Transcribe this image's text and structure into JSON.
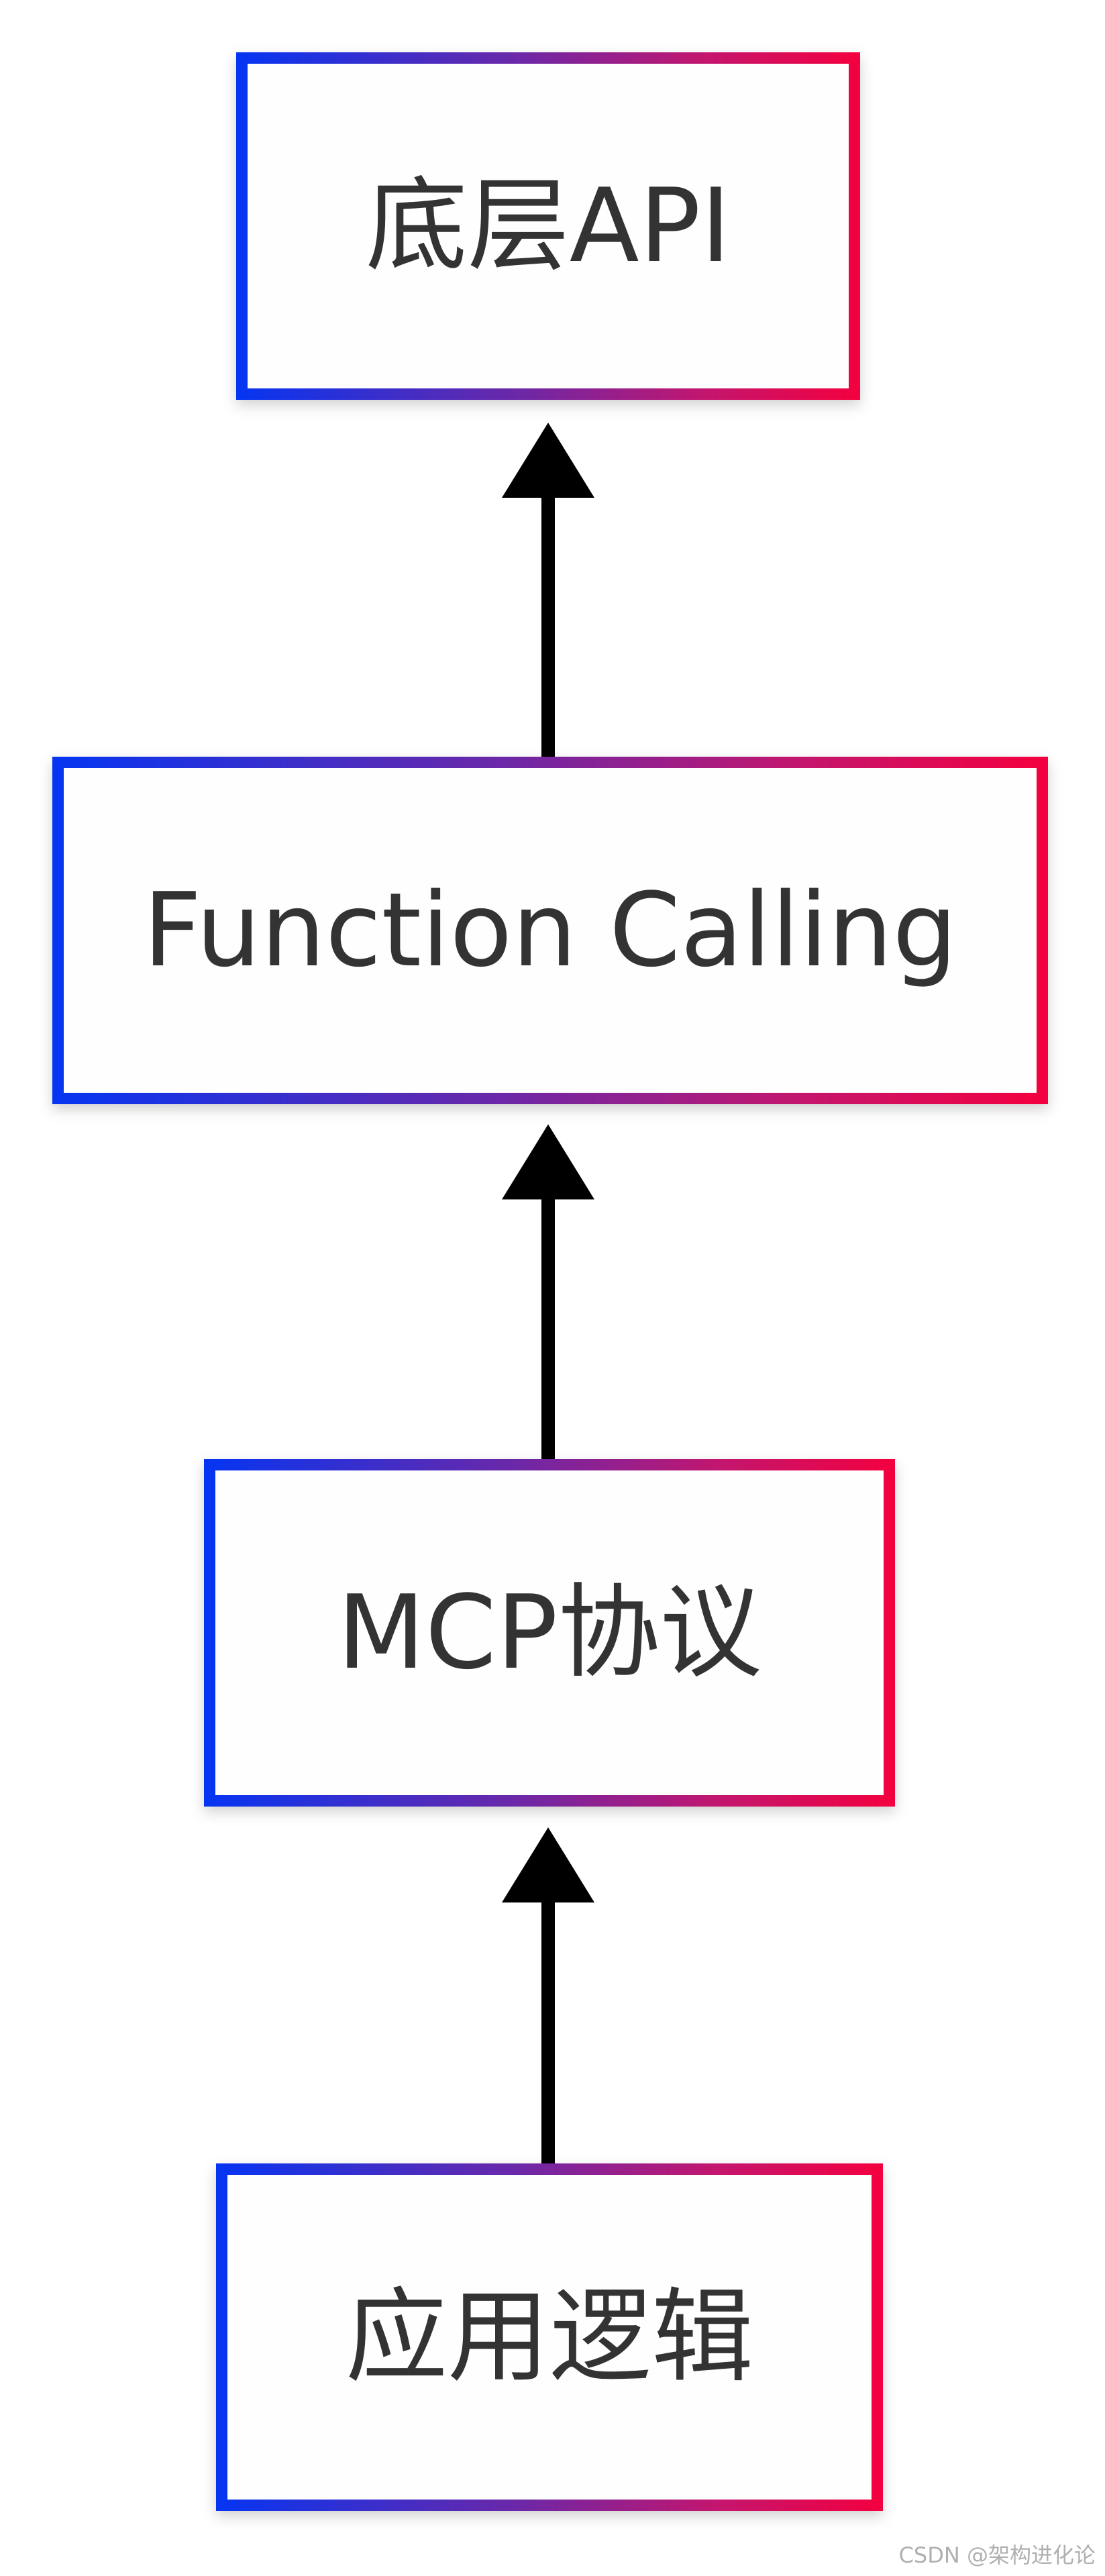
{
  "diagram": {
    "nodes": {
      "api": {
        "label": "底层API"
      },
      "function_calling": {
        "label": "Function Calling"
      },
      "mcp": {
        "label": "MCP协议"
      },
      "app_logic": {
        "label": "应用逻辑"
      }
    },
    "edges": [
      {
        "from": "app_logic",
        "to": "mcp"
      },
      {
        "from": "mcp",
        "to": "function_calling"
      },
      {
        "from": "function_calling",
        "to": "api"
      }
    ],
    "colors": {
      "border_gradient_start": "#0535f2",
      "border_gradient_end": "#f4003f",
      "arrow": "#000000",
      "text": "#333333"
    }
  },
  "watermark": "CSDN @架构进化论"
}
